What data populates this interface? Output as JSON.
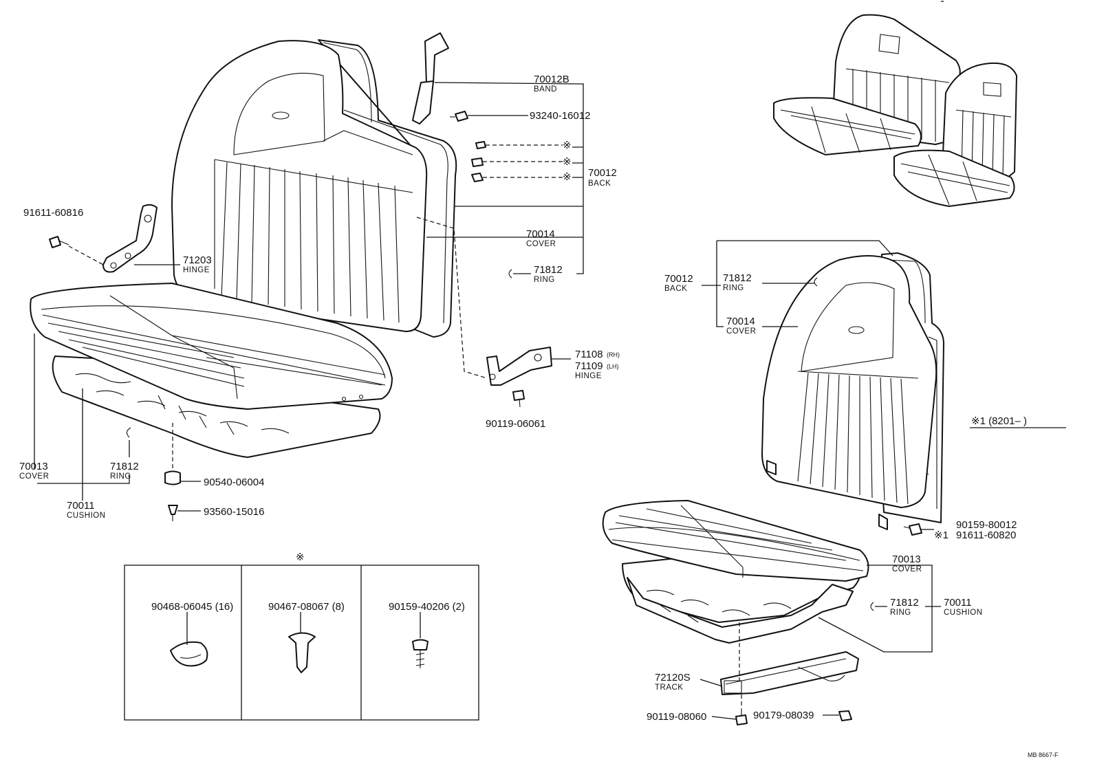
{
  "diagram": {
    "bench_seat": {
      "band": {
        "part_no": "70012B",
        "label": "BAND"
      },
      "screw_band": {
        "part_no": "93240-16012"
      },
      "back": {
        "part_no": "70012",
        "label": "BACK"
      },
      "cover_back": {
        "part_no": "70014",
        "label": "COVER"
      },
      "ring_back": {
        "part_no": "71812",
        "label": "RING"
      },
      "bolt_hinge": {
        "part_no": "91611-60816"
      },
      "hinge_left": {
        "part_no": "71203",
        "label": "HINGE"
      },
      "hinge_rh": {
        "part_no": "71108",
        "suffix": "(RH)"
      },
      "hinge_lh": {
        "part_no": "71109",
        "suffix": "(LH)",
        "label": "HINGE"
      },
      "bolt_hinge2": {
        "part_no": "90119-06061"
      },
      "cover_cushion": {
        "part_no": "70013",
        "label": "COVER"
      },
      "ring_cushion": {
        "part_no": "71812",
        "label": "RING"
      },
      "cushion": {
        "part_no": "70011",
        "label": "CUSHION"
      },
      "cushion_stopper": {
        "part_no": "90540-06004"
      },
      "screw_cushion": {
        "part_no": "93560-15016"
      },
      "asterisk_mark": "※"
    },
    "fastener_box": {
      "mark": "※",
      "items": [
        {
          "part_no": "90468-06045 (16)"
        },
        {
          "part_no": "90467-08067 (8)"
        },
        {
          "part_no": "90159-40206 (2)"
        }
      ]
    },
    "bucket_seat": {
      "back": {
        "part_no": "70012",
        "label": "BACK"
      },
      "ring_back": {
        "part_no": "71812",
        "label": "RING"
      },
      "cover_back": {
        "part_no": "70014",
        "label": "COVER"
      },
      "note": "※1 (8201–   )",
      "bolt_a": {
        "part_no": "90159-80012"
      },
      "bolt_b": {
        "mark": "※1",
        "part_no": "91611-60820"
      },
      "cover_cushion": {
        "part_no": "70013",
        "label": "COVER"
      },
      "ring_cushion": {
        "part_no": "71812",
        "label": "RING"
      },
      "cushion": {
        "part_no": "70011",
        "label": "CUSHION"
      },
      "track": {
        "part_no": "72120S",
        "label": "TRACK"
      },
      "bolt_track": {
        "part_no": "90119-08060"
      },
      "nut_track": {
        "part_no": "90179-08039"
      }
    },
    "drawing_code": "MB 8667-F"
  }
}
